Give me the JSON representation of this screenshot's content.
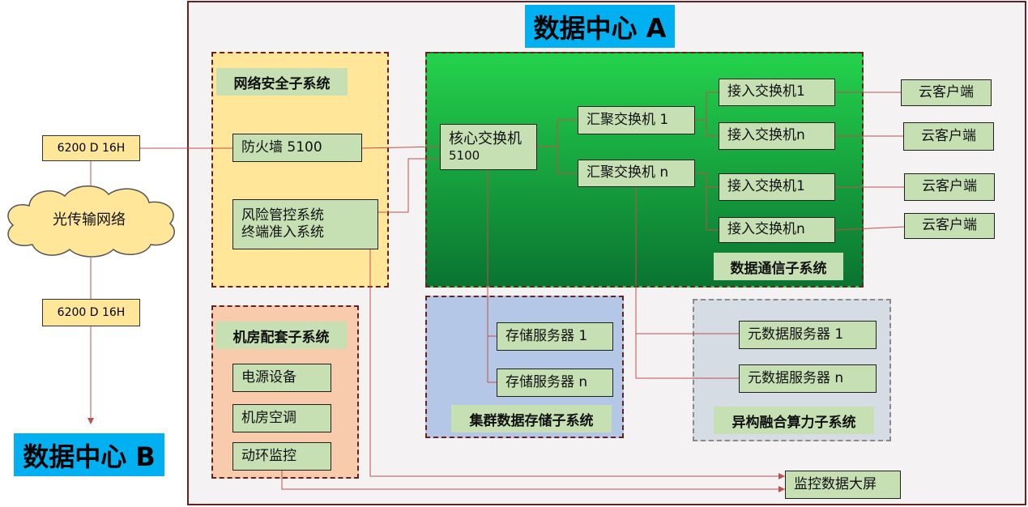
{
  "datacenter_a": {
    "title": "数据中心 A"
  },
  "datacenter_b": {
    "title": "数据中心 B"
  },
  "wan": {
    "router_top": "6200 D 16H",
    "router_bottom": "6200 D 16H",
    "cloud_label": "光传输网络"
  },
  "security_subsystem": {
    "label": "网络安全子系统",
    "firewall": "防火墙 5100",
    "risk_control": [
      "风险管控系统",
      "终端准入系统"
    ]
  },
  "comm_subsystem": {
    "label": "数据通信子系统",
    "core_switch": [
      "核心交换机",
      "5100"
    ],
    "agg_switch_1": "汇聚交换机 1",
    "agg_switch_n": "汇聚交换机 n",
    "access_switches": [
      "接入交换机1",
      "接入交换机n",
      "接入交换机1",
      "接入交换机n"
    ],
    "cloud_clients": [
      "云客户端",
      "云客户端",
      "云客户端",
      "云客户端"
    ]
  },
  "facility_subsystem": {
    "label": "机房配套子系统",
    "items": [
      "电源设备",
      "机房空调",
      "动环监控"
    ]
  },
  "storage_subsystem": {
    "label": "集群数据存储子系统",
    "server_1": "存储服务器 1",
    "server_n": "存储服务器 n"
  },
  "compute_subsystem": {
    "label": "异构融合算力子系统",
    "server_1": "元数据服务器 1",
    "server_n": "元数据服务器 n"
  },
  "monitor_screen": "监控数据大屏",
  "colors": {
    "title_bg": "#00b0f0",
    "node_fill": "#c6e0b4",
    "security_bg": "#ffe699",
    "comm_bg_top": "#22d04a",
    "comm_bg_bottom": "#0b7a32",
    "facility_bg": "#f8cbad",
    "storage_bg": "#b4c7e7",
    "compute_bg": "#d6dce4",
    "line": "#c0504d"
  }
}
